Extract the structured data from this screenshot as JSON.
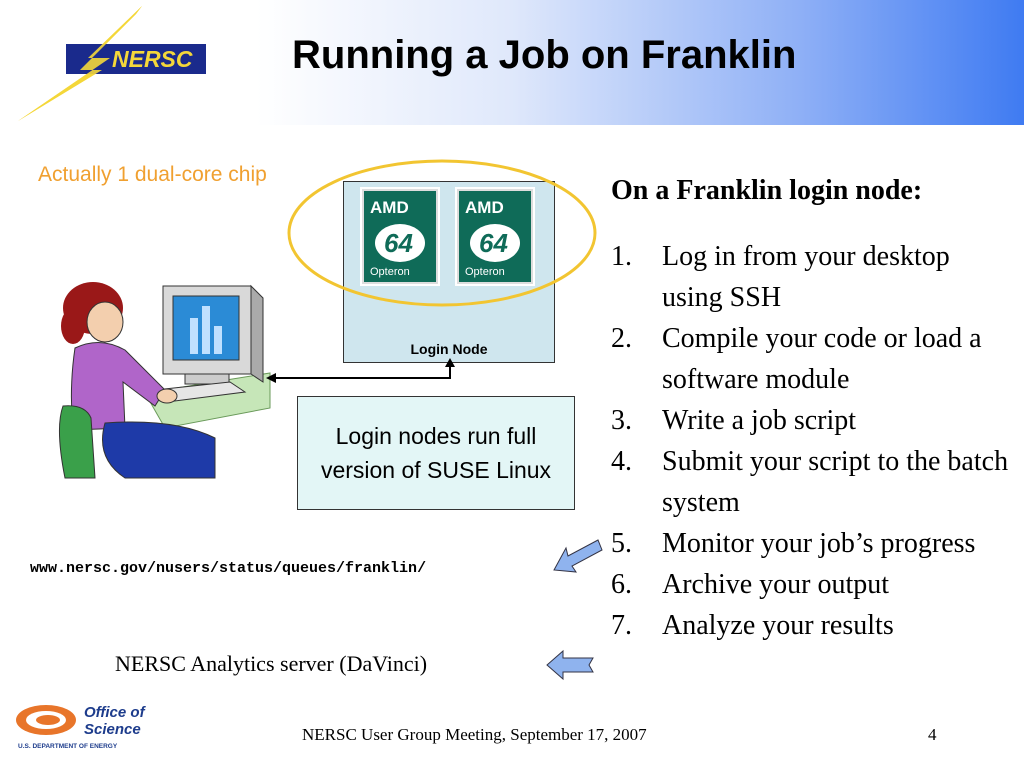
{
  "header": {
    "title": "Running a Job on Franklin",
    "logo_text": "NERSC"
  },
  "diagram": {
    "chip_note": "Actually 1 dual-core chip",
    "chip_brand": "AMD",
    "chip_model_number": "64",
    "chip_model_name": "Opteron",
    "node_label": "Login Node",
    "note": "Login nodes run full version of SUSE Linux"
  },
  "links": {
    "queue_url": "www.nersc.gov/nusers/status/queues/franklin/",
    "analytics": "NERSC Analytics server (DaVinci)"
  },
  "steps": {
    "title": "On a Franklin login node:",
    "items": [
      {
        "num": "1.",
        "text": "Log in from your desktop using SSH"
      },
      {
        "num": "2.",
        "text": "Compile your code or load a software module"
      },
      {
        "num": "3.",
        "text": "Write a job script"
      },
      {
        "num": "4.",
        "text": "Submit your script to the batch system"
      },
      {
        "num": "5.",
        "text": "Monitor your job’s progress"
      },
      {
        "num": "6.",
        "text": "Archive your output"
      },
      {
        "num": "7.",
        "text": "Analyze your results"
      }
    ]
  },
  "footer": {
    "org_logo_line1": "Office of",
    "org_logo_line2": "Science",
    "org_logo_line3": "U.S. DEPARTMENT OF ENERGY",
    "meeting": "NERSC User Group Meeting, September 17, 2007",
    "page": "4"
  },
  "colors": {
    "header_gradient_end": "#3f7bf2",
    "chip_note": "#f0a030",
    "highlight_ellipse": "#f2c531",
    "node_box": "#cfe6ee",
    "note_box": "#e3f6f6",
    "arrow_blue": "#8fb3ee"
  },
  "icons": [
    "nersc-logo",
    "amd-opteron-chip-icon",
    "person-at-computer-illustration",
    "blue-arrow-icon",
    "doe-office-of-science-logo"
  ]
}
